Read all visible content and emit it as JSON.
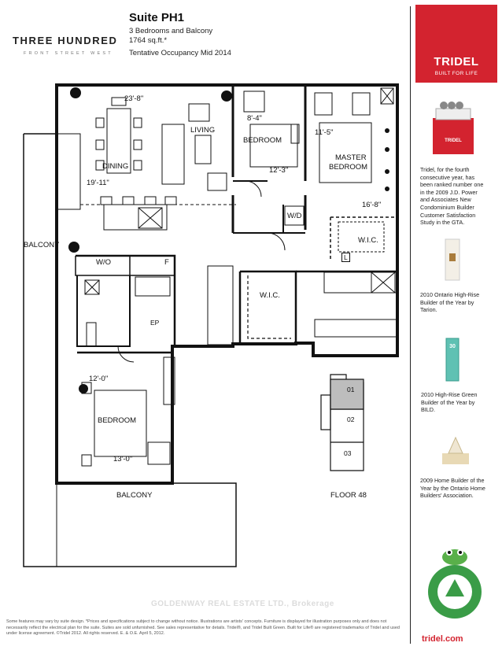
{
  "brand": {
    "name": "THREE HUNDRED",
    "sub": "FRONT STREET WEST"
  },
  "suite": {
    "title": "Suite PH1",
    "bedrooms": "3 Bedrooms and Balcony",
    "area": "1764 sq.ft.*",
    "occupancy": "Tentative Occupancy Mid 2014"
  },
  "logo": {
    "name": "TRIDEL",
    "tagline": "BUILT FOR LIFE"
  },
  "awards": [
    "Tridel, for the fourth consecutive year, has been ranked number one in the 2009 J.D. Power and Associates New Condominium Builder Customer Satisfaction Study in the GTA.",
    "2010 Ontario High-Rise Builder of the Year by Tarion.",
    "2010 High-Rise Green Builder of the Year by BILD.",
    "2009 Home Builder of the Year by the Ontario Home Builders' Association."
  ],
  "rooms": {
    "living": "LIVING",
    "dining": "DINING",
    "bedroom_top": "BEDROOM",
    "master_bedroom_1": "MASTER",
    "master_bedroom_2": "BEDROOM",
    "bedroom_bottom": "BEDROOM",
    "wd": "W/D",
    "wic_1": "W.I.C.",
    "wic_2": "W.I.C.",
    "balcony_side": "BALCONY",
    "balcony_bottom": "BALCONY",
    "wo": "W/O",
    "f": "F",
    "ep": "EP",
    "l": "L"
  },
  "dimensions": {
    "dining_width": "23'-8\"",
    "dining_depth": "19'-11\"",
    "bedroom_width": "8'-4\"",
    "bedroom_depth": "12'-3\"",
    "master_width": "11'-5\"",
    "master_depth": "16'-8\"",
    "bottom_bed_width": "12'-0\"",
    "bottom_bed_depth": "13'-0\""
  },
  "keyplan": {
    "floor": "FLOOR 48",
    "u1": "01",
    "u2": "02",
    "u3": "03"
  },
  "watermark": "GOLDENWAY REAL ESTATE LTD., Brokerage",
  "footer": "Some features may vary by suite design. *Prices and specifications subject to change without notice. Illustrations are artists' concepts. Furniture is displayed for illustration purposes only and does not necessarily reflect the electrical plan for the suite. Suites are sold unfurnished. See sales representative for details. Tridel®, and Tridel Built Green. Built for Life® are registered trademarks of Tridel and used under license agreement. ©Tridel 2012. All rights reserved. E. & O.E. April 5, 2012.",
  "website": "tridel.com",
  "colors": {
    "accent": "#d3232f",
    "green": "#3a9c47"
  }
}
